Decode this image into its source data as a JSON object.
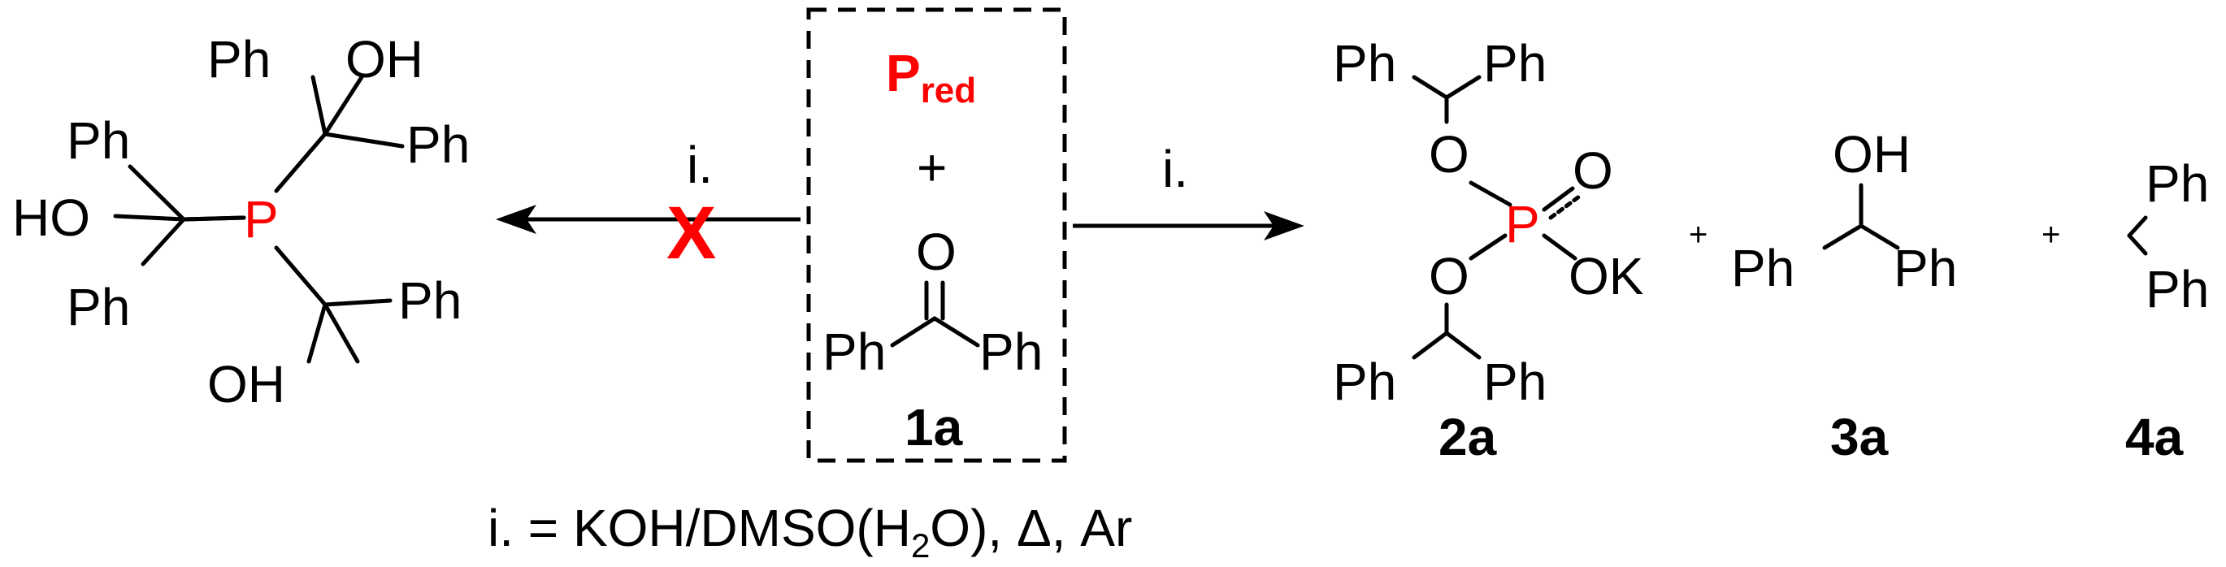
{
  "colors": {
    "accent": "#ff0000",
    "ink": "#000000"
  },
  "left_product": {
    "p_atom": "P",
    "groups": [
      "Ph",
      "OH",
      "Ph",
      "HO",
      "Ph",
      "Ph",
      "Ph",
      "OH"
    ]
  },
  "left_arrow": {
    "label": "i.",
    "blocked_mark": "X"
  },
  "center_box": {
    "reagent_main": "P",
    "reagent_sub": "red",
    "plus": "+",
    "ketone_o": "O",
    "ketone_left": "Ph",
    "ketone_right": "Ph",
    "compound_label": "1a"
  },
  "right_arrow": {
    "label": "i."
  },
  "product_2a": {
    "top_ph_left": "Ph",
    "top_ph_right": "Ph",
    "o_top": "O",
    "p_atom": "P",
    "o_double": "O",
    "o_bottom": "O",
    "ok": "OK",
    "bottom_ph_left": "Ph",
    "bottom_ph_right": "Ph",
    "label": "2a"
  },
  "plus_1": "+",
  "product_3a": {
    "oh": "OH",
    "ph_left": "Ph",
    "ph_right": "Ph",
    "label": "3a"
  },
  "plus_2": "+",
  "product_4a": {
    "ph_top": "Ph",
    "ph_bottom": "Ph",
    "label": "4a"
  },
  "conditions": {
    "prefix": "i. = KOH/DMSO(H",
    "sub": "2",
    "suffix": "O), Δ, Ar"
  }
}
